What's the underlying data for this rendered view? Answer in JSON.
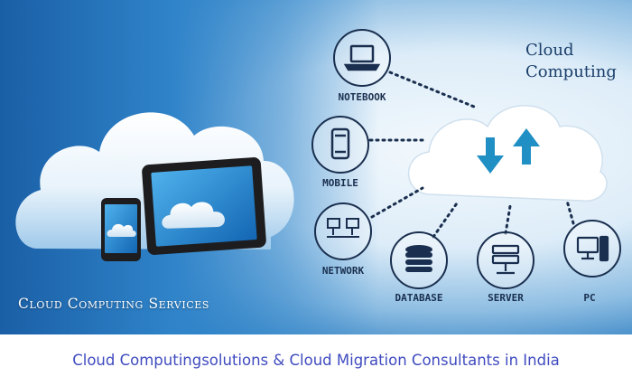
{
  "banner": {
    "service_title": "Cloud Computing Services",
    "cloud_title_line1": "Cloud",
    "cloud_title_line2": "Computing"
  },
  "devices": [
    {
      "label": "NOTEBOOK",
      "icon": "notebook-icon"
    },
    {
      "label": "MOBILE",
      "icon": "mobile-icon"
    },
    {
      "label": "NETWORK",
      "icon": "network-icon"
    },
    {
      "label": "DATABASE",
      "icon": "database-icon"
    },
    {
      "label": "SERVER",
      "icon": "server-icon"
    },
    {
      "label": "PC",
      "icon": "pc-icon"
    }
  ],
  "caption": "Cloud Computingsolutions & Cloud Migration Consultants in India",
  "colors": {
    "banner_blue": "#1b5e9f",
    "icon_dark": "#1a2f4f",
    "arrow_teal": "#1f8fc4",
    "caption_text": "#3f4bbf"
  }
}
